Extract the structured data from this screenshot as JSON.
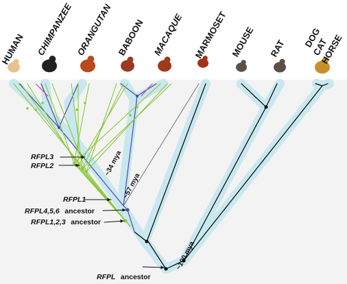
{
  "species": [
    {
      "label": "HUMAN",
      "italic": false,
      "icon": "human-icon"
    },
    {
      "label": "CHIMPANZEE",
      "italic": true,
      "icon": "chimpanzee-icon"
    },
    {
      "label": "ORANGUTAN",
      "italic": true,
      "icon": "orangutan-icon"
    },
    {
      "label": "BABOON",
      "italic": false,
      "icon": "baboon-icon"
    },
    {
      "label": "MACAQUE",
      "italic": true,
      "icon": "macaque-icon"
    },
    {
      "label": "MARMOSET",
      "italic": false,
      "icon": "marmoset-icon"
    },
    {
      "label": "MOUSE",
      "italic": false,
      "icon": "mouse-icon"
    },
    {
      "label": "RAT",
      "italic": false,
      "icon": "rat-icon"
    },
    {
      "label": "DOG",
      "italic": false,
      "icon": "dog-icon"
    },
    {
      "label": "CAT",
      "italic": false,
      "icon": "cat-icon"
    },
    {
      "label": "HORSE",
      "italic": false,
      "icon": "horse-icon"
    }
  ],
  "annotations": {
    "rfpl3": "RFPL3",
    "rfpl2": "RFPL2",
    "rfpl1": "RFPL1",
    "rfpl456_gene": "RFPL4,5,6",
    "rfpl123_gene": "RFPL1,2,3",
    "ancestor_word": "ancestor",
    "rfpl_gene": "RFPL"
  },
  "divergence_times": {
    "t34": "~34 mya",
    "t57": "~57 mya",
    "t100": "~100 mya"
  },
  "colors": {
    "branch_shadow": "#c9e7ee",
    "background_band": "#f1f1f1",
    "rfpl123_lineage": "#8cc83c",
    "rfpl456_lineage": "#4a4aa8",
    "pink_lineage": "#c64aa2",
    "species_lineage": "#000000"
  }
}
